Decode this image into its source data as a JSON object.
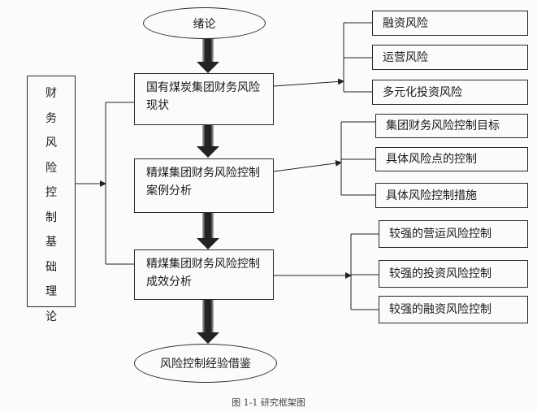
{
  "start": "绪论",
  "end": "风险控制经验借鉴",
  "theory_box": [
    "财",
    "务",
    "风",
    "险",
    "控",
    "制",
    "基",
    "础",
    "理",
    "论"
  ],
  "stages": [
    {
      "label": "国有煤炭集团财务风险现状",
      "items": [
        "融资风险",
        "运营风险",
        "多元化投资风险"
      ]
    },
    {
      "label": "精煤集团财务风险控制案例分析",
      "items": [
        "集团财务风险控制目标",
        "具体风险点的控制",
        "具体风险控制措施"
      ]
    },
    {
      "label": "精煤集团财务风险控制成效分析",
      "items": [
        "较强的营运风险控制",
        "较强的投资风险控制",
        "较强的融资风险控制"
      ]
    }
  ],
  "caption": "图 1-1 研究框架图"
}
